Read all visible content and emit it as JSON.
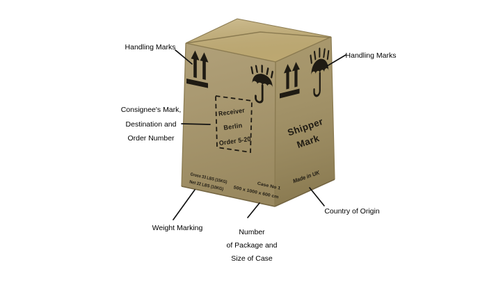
{
  "scene": {
    "description": "Export shipping carton with standard marks, annotated with callout labels",
    "background": "#ffffff"
  },
  "colors": {
    "box_top": "#c2ad75",
    "box_front": "#a8966a",
    "box_side": "#a18f60",
    "edge_dark": "#746542",
    "edge_mid": "#8a7a50",
    "mark_ink": "#1f1b13",
    "pointer_line": "#121212",
    "label_text": "#000000"
  },
  "icons": {
    "this_way_up": "this-way-up-icon (two arrows above bar)",
    "keep_dry": "keep-dry-icon (umbrella with raindrops)"
  },
  "box_marks": {
    "consignee_panel": {
      "lines": [
        "Receiver",
        "Berlin",
        "Order 5-20"
      ]
    },
    "shipper_mark": {
      "lines": [
        "Shipper",
        "Mark"
      ]
    },
    "weight": {
      "lines": [
        "Gross 33 LBS (15KG)",
        "Net 22 LBS (10KG)"
      ]
    },
    "case_info": {
      "lines": [
        "Case No 1",
        "500 x 1000 x 600 cm"
      ]
    },
    "origin": "Made in UK"
  },
  "callouts": {
    "handling_left": "Handling Marks",
    "handling_right": "Handling Marks",
    "consignee": {
      "lines": [
        "Consignee's Mark,",
        "Destination and",
        "Order Number"
      ]
    },
    "weight_marking": "Weight Marking",
    "package": {
      "lines": [
        "Number",
        "of Package and",
        "Size of Case"
      ]
    },
    "country": "Country of Origin"
  }
}
